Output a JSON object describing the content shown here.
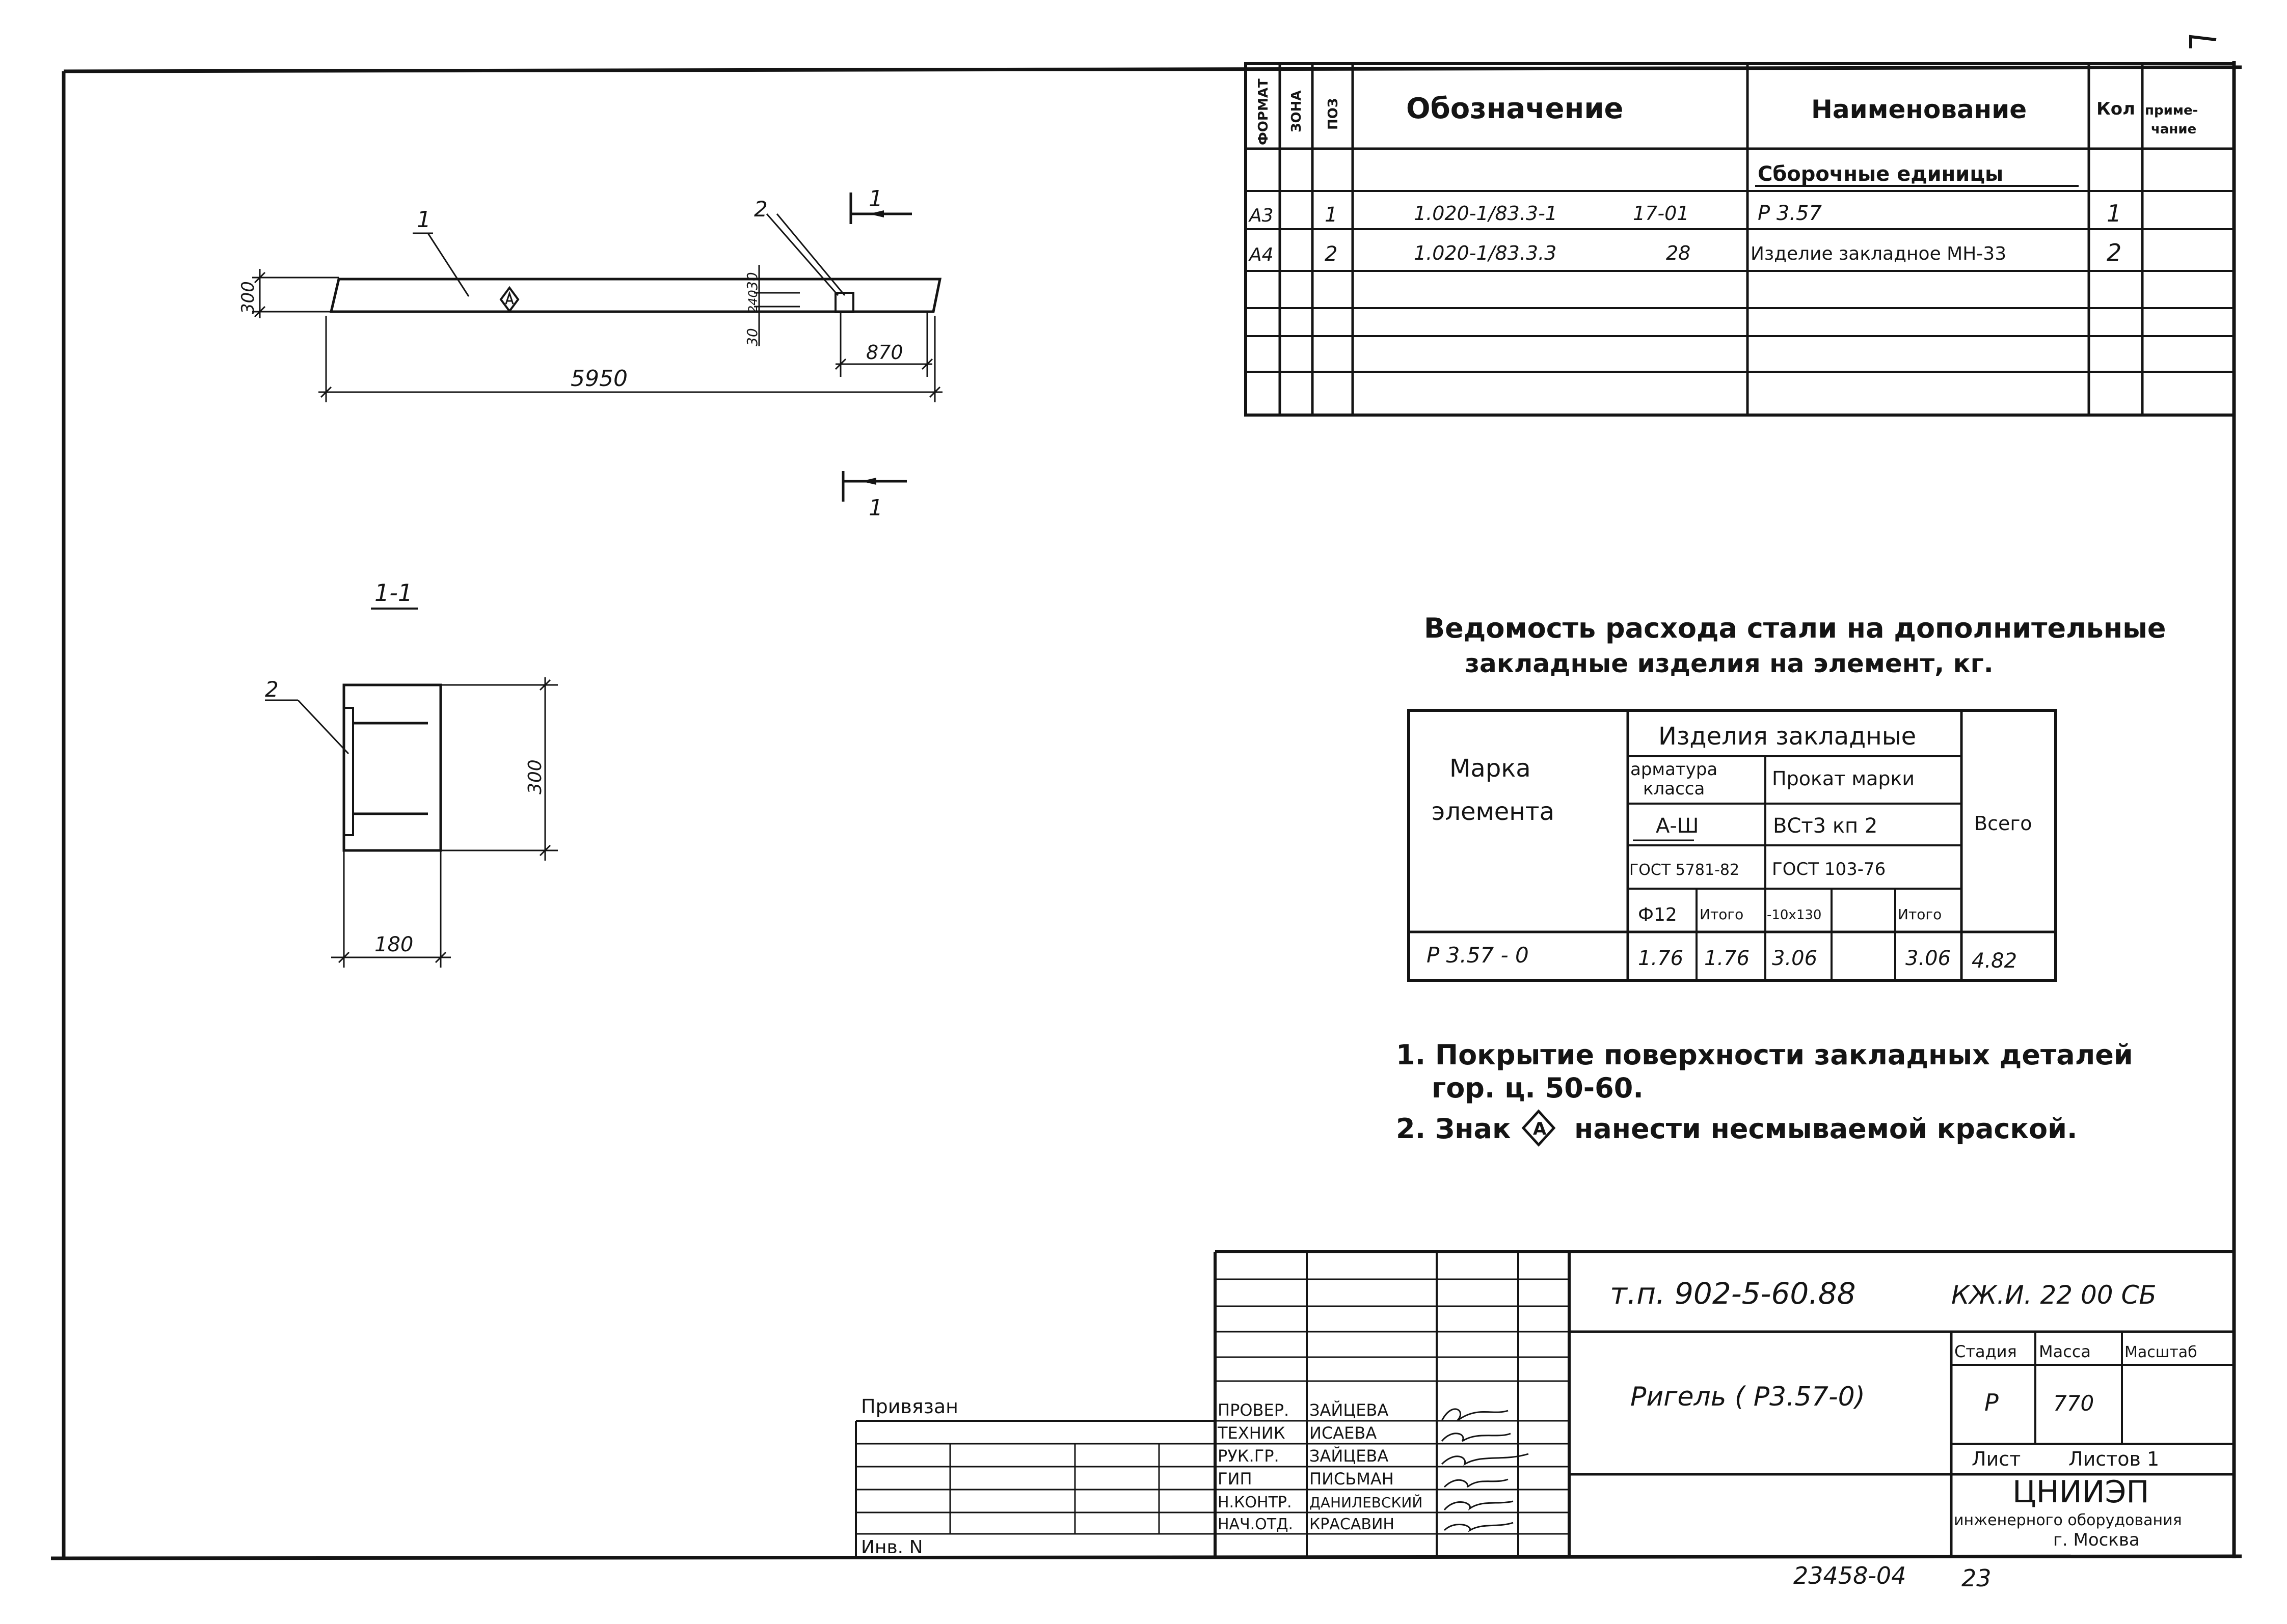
{
  "spec": {
    "headers": {
      "format": "ФОРМАТ",
      "zone": "ЗОНА",
      "pos": "ПОЗ",
      "designation": "Обозначение",
      "name": "Наименование",
      "qty": "Кол",
      "note_line1": "приме-",
      "note_line2": "чание"
    },
    "section": "Сборочные единицы",
    "rows": [
      {
        "format": "А3",
        "pos": "1",
        "designation": "1.020-1/83.3-1",
        "sheet": "17-01",
        "name": "Р 3.57",
        "qty": "1"
      },
      {
        "format": "А4",
        "pos": "2",
        "designation": "1.020-1/83.3.3",
        "sheet": "28",
        "name": "Изделие закладное МН-33",
        "qty": "2"
      }
    ]
  },
  "elevation": {
    "leader_1": "1",
    "leader_2": "2",
    "dim_300": "300",
    "dim_30_top": "30",
    "dim_240": "240",
    "dim_30_bottom": "30",
    "dim_870": "870",
    "dim_5950": "5950",
    "cut_label_top": "1",
    "cut_label_bottom": "1"
  },
  "section": {
    "title": "1-1",
    "leader_2": "2",
    "dim_300": "300",
    "dim_180": "180"
  },
  "steel": {
    "title_line1": "Ведомость расхода стали на дополнительные",
    "title_line2": "закладные изделия на элемент, кг.",
    "hdr_marka_1": "Марка",
    "hdr_marka_2": "элемента",
    "hdr_izdelia": "Изделия закладные",
    "hdr_armatura_1": "арматура",
    "hdr_armatura_2": "класса",
    "hdr_prokat": "Прокат марки",
    "hdr_vsego": "Всего",
    "hdr_a3": "А-Ш",
    "hdr_vst": "ВСт3 кп 2",
    "hdr_gost1": "ГОСТ 5781-82",
    "hdr_gost2": "ГОСТ  103-76",
    "hdr_f12": "Ф12",
    "hdr_itogo1": "Итого",
    "hdr_plate": "-10х130",
    "hdr_itogo2": "Итого",
    "row": {
      "marka": "Р 3.57 - 0",
      "f12": "1.76",
      "itogo1": "1.76",
      "plate": "3.06",
      "blank": "",
      "itogo2": "3.06",
      "vsego": "4.82"
    }
  },
  "notes": {
    "n1_line1": "1. Покрытие поверхности закладных деталей",
    "n1_line2": "гор. ц. 50-60.",
    "n2_before": "2. Знак",
    "n2_sign": "А",
    "n2_after": "нанести несмываемой краской."
  },
  "titleblock": {
    "doc_tp": "т.п. 902-5-60.88",
    "doc_code": "КЖ.И. 22  00 СБ",
    "title": "Ригель ( Р3.57-0)",
    "stage_h": "Стадия",
    "mass_h": "Масса",
    "scale_h": "Масштаб",
    "stage": "Р",
    "mass": "770",
    "list": "Лист",
    "listov": "Листов 1",
    "org": "ЦНИИЭП",
    "org_sub1": "инженерного оборудования",
    "org_sub2": "г. Москва",
    "privyazan": "Привязан",
    "inv": "Инв. N",
    "people": [
      {
        "role": "ПРОВЕР.",
        "name": "ЗАЙЦЕВА"
      },
      {
        "role": "ТЕХНИК",
        "name": "ИСАЕВА"
      },
      {
        "role": "РУК.ГР.",
        "name": "ЗАЙЦЕВА"
      },
      {
        "role": "ГИП",
        "name": "ПИСЬМАН"
      },
      {
        "role": "Н.КОНТР.",
        "name": "ДАНИЛЕВСКИЙ"
      },
      {
        "role": "НАЧ.ОТД.",
        "name": "КРАСАВИН"
      }
    ],
    "footer_num": "23458-04",
    "footer_page": "23"
  }
}
